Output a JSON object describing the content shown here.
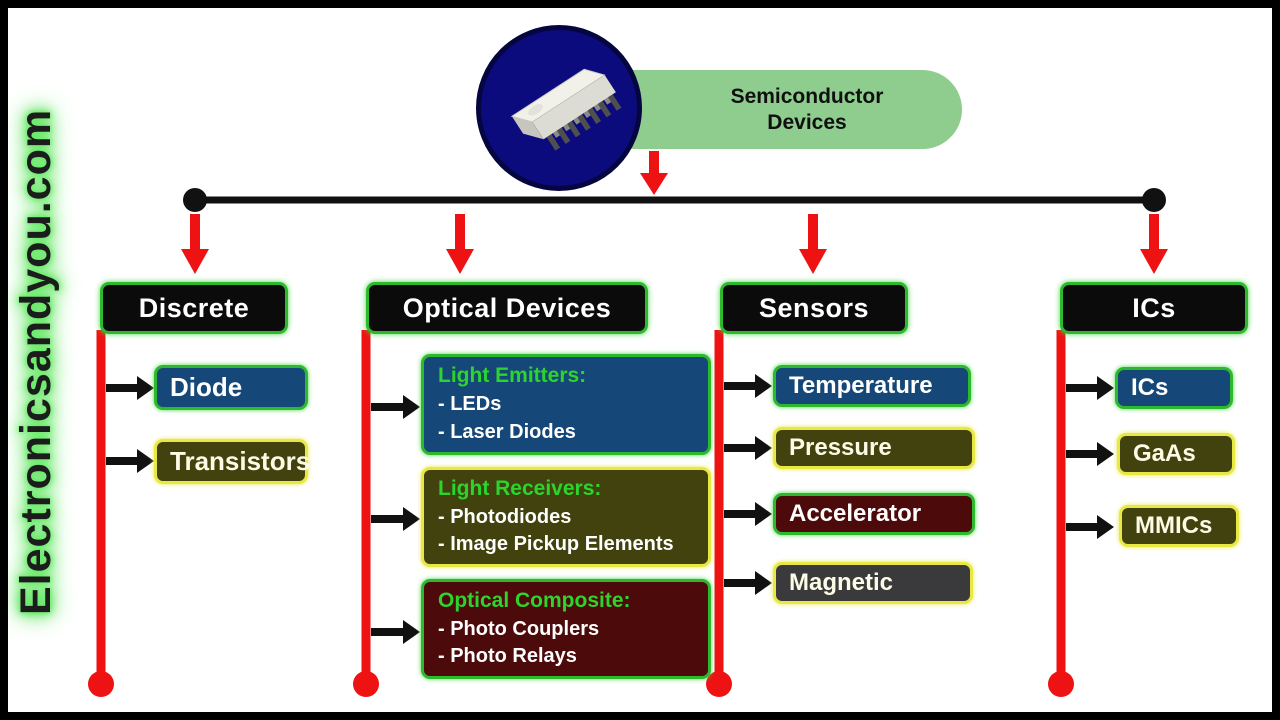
{
  "watermark": {
    "text": "Electronicsandyou.com"
  },
  "root": {
    "label_line1": "Semiconductor",
    "label_line2": "Devices",
    "icon": "ic-chip-icon"
  },
  "branches": [
    {
      "label": "Discrete",
      "children": [
        {
          "style": "blue",
          "label": "Diode"
        },
        {
          "style": "olive",
          "label": "Transistors"
        }
      ]
    },
    {
      "label": "Optical Devices",
      "children": [
        {
          "style": "blue",
          "heading": "Light Emitters:",
          "items": [
            "- LEDs",
            "- Laser Diodes"
          ]
        },
        {
          "style": "olive",
          "heading": "Light Receivers:",
          "items": [
            "- Photodiodes",
            "- Image Pickup Elements"
          ]
        },
        {
          "style": "maroon",
          "heading": "Optical Composite:",
          "items": [
            "- Photo Couplers",
            "- Photo Relays"
          ]
        }
      ]
    },
    {
      "label": "Sensors",
      "children": [
        {
          "style": "blue",
          "label": "Temperature"
        },
        {
          "style": "olive",
          "label": "Pressure"
        },
        {
          "style": "maroon",
          "label": "Accelerator"
        },
        {
          "style": "gray",
          "label": "Magnetic"
        }
      ]
    },
    {
      "label": "ICs",
      "children": [
        {
          "style": "blue",
          "label": "ICs"
        },
        {
          "style": "olive",
          "label": "GaAs"
        },
        {
          "style": "olive",
          "label": "MMICs"
        }
      ]
    }
  ],
  "palette": {
    "background": "#ffffff",
    "frame_border": "#000000",
    "connector_black": "#111111",
    "connector_red": "#ee1212",
    "category_fill": "#0b0b0b",
    "green_border": "#2eb82e",
    "yellow_border": "#e8e845",
    "blue_fill": "#154878",
    "olive_fill": "#42420e",
    "maroon_fill": "#4c0a0a",
    "gray_fill": "#3a3a3c",
    "heading_green": "#2cd42c",
    "root_pill_green": "#8ecd8e",
    "root_circle_navy": "#0b0b7d",
    "watermark_glow": "#44dd44",
    "text_white": "#ffffff"
  }
}
